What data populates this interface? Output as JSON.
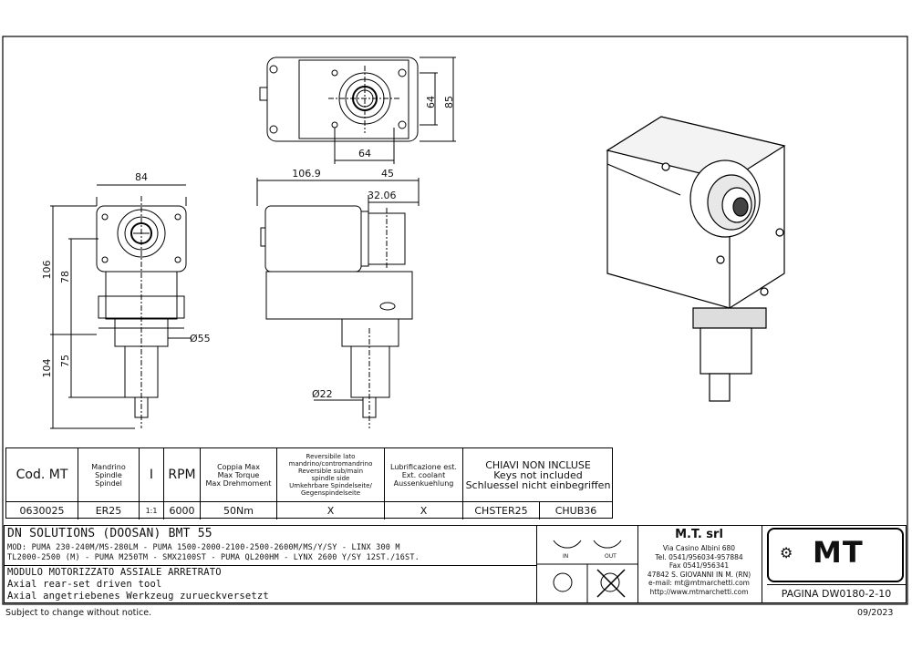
{
  "drawing": {
    "dimensions": {
      "top_width": "64",
      "top_height_inner": "64",
      "top_height_outer": "85",
      "front_width": "84",
      "front_h106": "106",
      "front_h78": "78",
      "front_h104": "104",
      "front_h75": "75",
      "front_dia55": "Ø55",
      "side_len": "106.9",
      "side_45": "45",
      "side_32": "32.06",
      "side_dia22": "Ø22"
    }
  },
  "spec_table": {
    "headers": {
      "cod": "Cod. MT",
      "mandrino": "Mandrino\nSpindle\nSpindel",
      "ratio": "I",
      "rpm": "RPM",
      "coppia": "Coppia Max\nMax Torque\nMax Drehmoment",
      "reversibile": "Reversibile lato\nmandrino/contromandrino\nReversible sub/main\nspindle side\nUmkehrbare Spindelseite/\nGegenspindelseite",
      "lubrificazione": "Lubrificazione est.\nExt. coolant\nAussenkuehlung",
      "chiavi": "CHIAVI NON INCLUSE\nKeys not included\nSchluessel nicht einbegriffen"
    },
    "row": {
      "cod": "0630025",
      "mandrino": "ER25",
      "ratio": "1:1",
      "rpm": "6000",
      "coppia": "50Nm",
      "reversibile": "X",
      "lubrificazione": "X",
      "key1": "CHSTER25",
      "key2": "CHUB36"
    }
  },
  "title_block": {
    "machine": "DN SOLUTIONS (DOOSAN)   BMT 55",
    "mod_line1": "MOD: PUMA 230-240M/MS-280LM - PUMA 1500-2000-2100-2500-2600M/MS/Y/SY - LINX 300 M",
    "mod_line2": "TL2000-2500 (M) - PUMA M250TM - SMX2100ST - PUMA QL200HM - LYNX 2600 Y/SY 12ST./16ST.",
    "desc_it": "MODULO MOTORIZZATO ASSIALE ARRETRATO",
    "desc_en": "Axial rear-set driven tool",
    "desc_de": "Axial angetriebenes Werkzeug zurueckversetzt",
    "rot_in": "IN",
    "rot_out": "OUT",
    "company": "M.T. srl",
    "address": "Via Casino Albini 680\nTel. 0541/956034-957884\nFax 0541/956341\n47842 S. GIOVANNI IN M. (RN)\ne-mail: mt@mtmarchetti.com\nhttp://www.mtmarchetti.com",
    "logo_text": "MT",
    "page_label": "PAGINA DW0180-2-10"
  },
  "footer": {
    "notice": "Subject to change without notice.",
    "date": "09/2023"
  },
  "colors": {
    "ink": "#111111",
    "paper": "#ffffff"
  }
}
